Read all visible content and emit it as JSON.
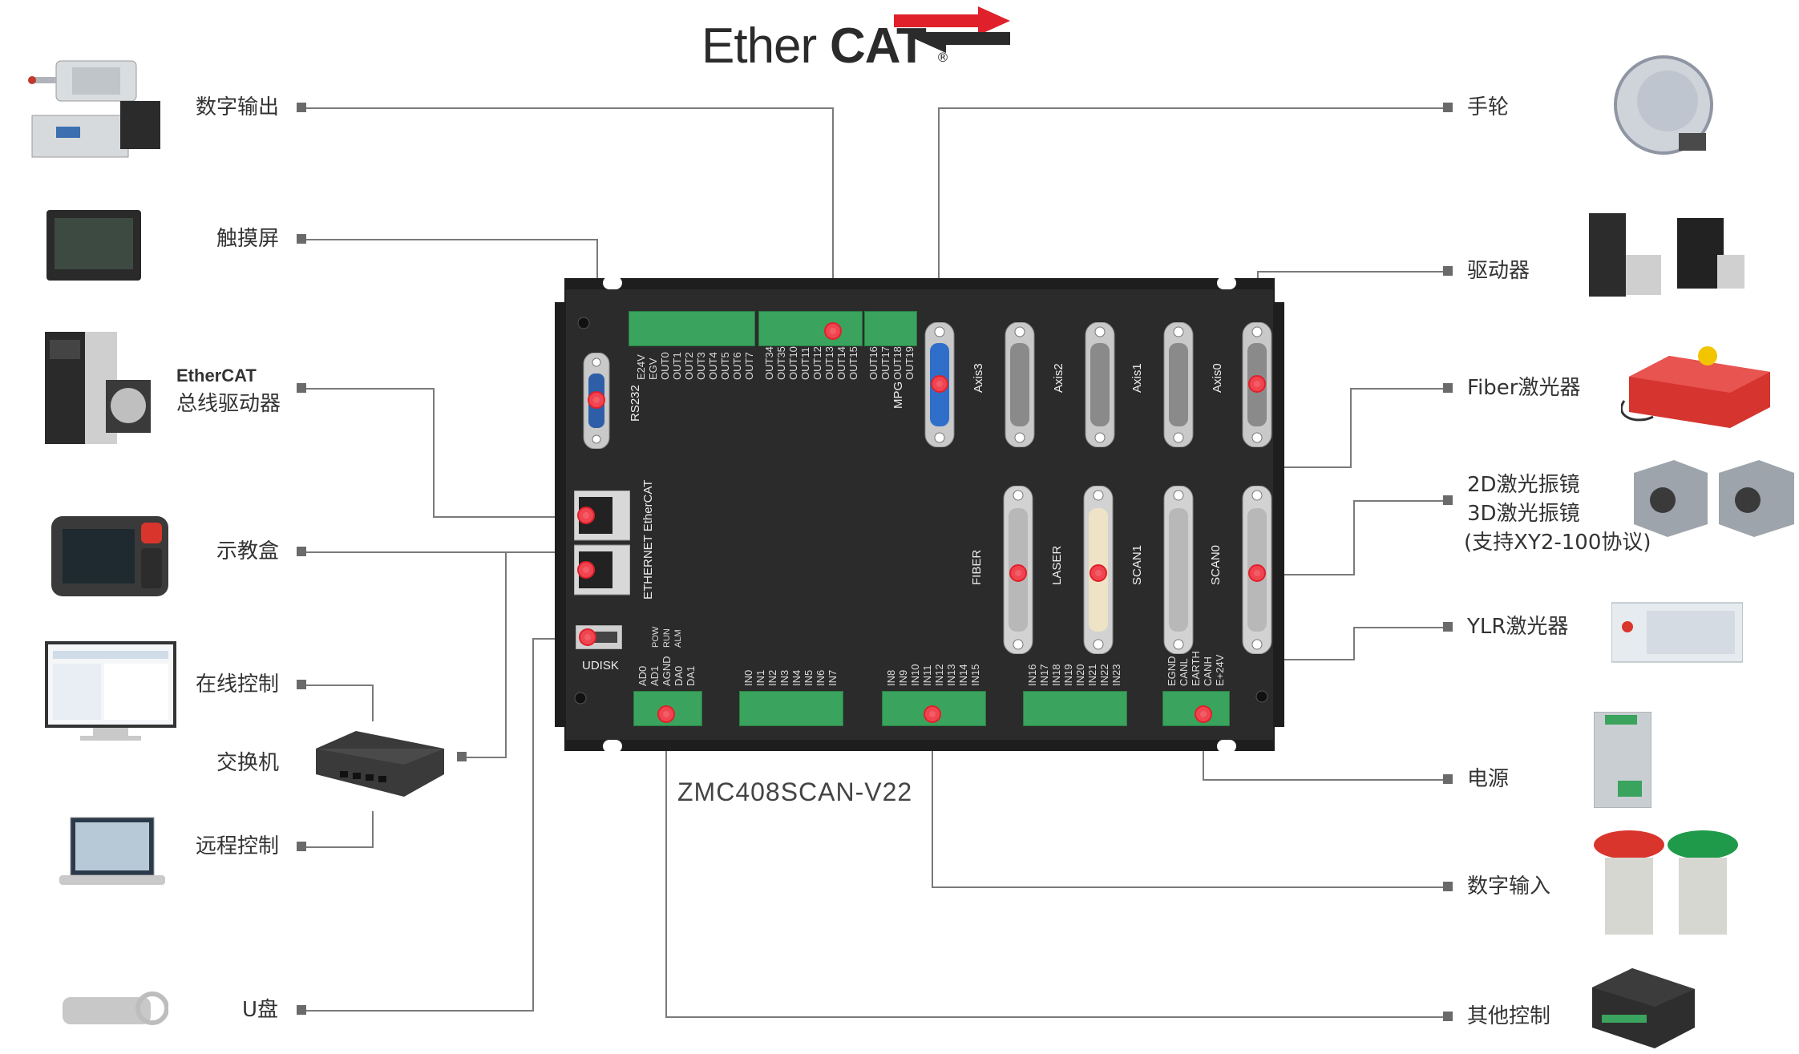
{
  "logo": {
    "ether": "Ether",
    "cat": "CAT",
    "reg": "®"
  },
  "model": "ZMC408SCAN-V22",
  "left_labels": {
    "digital_output": "数字输出",
    "touchscreen": "触摸屏",
    "ethercat_logo": "EtherCAT",
    "bus_driver": "总线驱动器",
    "teach_pendant": "示教盒",
    "online_control": "在线控制",
    "switch": "交换机",
    "remote_control": "远程控制",
    "udisk": "U盘"
  },
  "right_labels": {
    "handwheel": "手轮",
    "driver": "驱动器",
    "fiber_laser": "Fiber激光器",
    "galvo_2d": "2D激光振镜",
    "galvo_3d": "3D激光振镜",
    "galvo_protocol": "(支持XY2-100协议)",
    "ylr_laser": "YLR激光器",
    "power": "电源",
    "digital_input": "数字输入",
    "other_control": "其他控制"
  },
  "board": {
    "rs232": "RS232",
    "ethernet": "ETHERNET EtherCAT",
    "udisk": "UDISK",
    "mpg": "MPG",
    "axes_top": [
      "Axis3",
      "Axis2",
      "Axis1",
      "Axis0"
    ],
    "axes_bottom": [
      "FIBER",
      "LASER",
      "SCAN1",
      "SCAN0"
    ],
    "out_group1": [
      "E24V",
      "EGV",
      "OUT0",
      "OUT1",
      "OUT2",
      "OUT3",
      "OUT4",
      "OUT5",
      "OUT6",
      "OUT7"
    ],
    "out_group2": [
      "OUT34",
      "OUT35",
      "OUT10",
      "OUT11",
      "OUT12",
      "OUT13",
      "OUT14",
      "OUT15"
    ],
    "out_group3": [
      "OUT16",
      "OUT17",
      "OUT18",
      "OUT19"
    ],
    "leds": [
      "POW",
      "RUN",
      "ALM"
    ],
    "analog": [
      "AD0",
      "AD1",
      "AGND",
      "DA0",
      "DA1"
    ],
    "in_group1": [
      "IN0",
      "IN1",
      "IN2",
      "IN3",
      "IN4",
      "IN5",
      "IN6",
      "IN7"
    ],
    "in_group2": [
      "IN8",
      "IN9",
      "IN10",
      "IN11",
      "IN12",
      "IN13",
      "IN14",
      "IN15"
    ],
    "in_group3": [
      "IN16",
      "IN17",
      "IN18",
      "IN19",
      "IN20",
      "IN21",
      "IN22",
      "IN23"
    ],
    "can_group": [
      "EGND",
      "CANL",
      "EARTH",
      "CANH",
      "E+24V"
    ]
  },
  "colors": {
    "board": "#2a2a2a",
    "terminal": "#3aa35d",
    "accent": "#e0202a",
    "wire": "#7a7a7a",
    "db9_blue": "#2f6fc9"
  }
}
